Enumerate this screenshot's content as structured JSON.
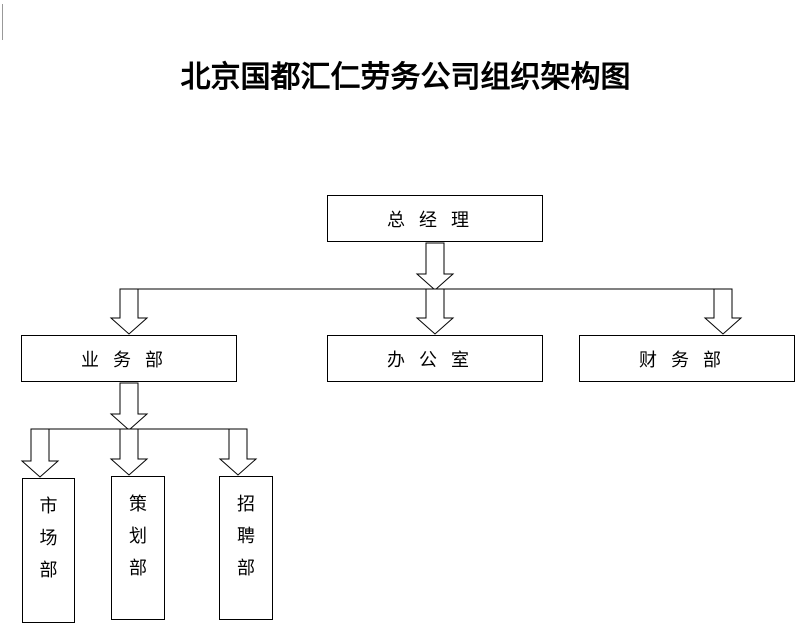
{
  "title": "北京国都汇仁劳务公司组织架构图",
  "nodes": {
    "gm": "总经理",
    "business": "业务部",
    "office": "办公室",
    "finance": "财务部",
    "market": [
      "市",
      "场",
      "部"
    ],
    "planning": [
      "策",
      "划",
      "部"
    ],
    "recruit": [
      "招",
      "聘",
      "部"
    ]
  },
  "colors": {
    "line": "#000000",
    "arrow_fill": "#ffffff",
    "text": "#000000"
  }
}
